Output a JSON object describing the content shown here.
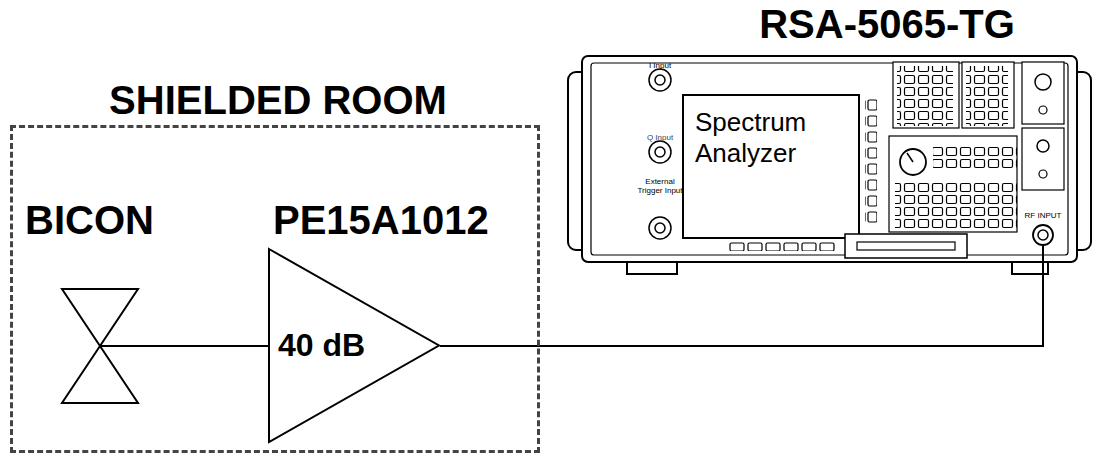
{
  "diagram": {
    "nodes": [
      {
        "text": [
          "SHIELDED ROOM"
        ]
      },
      {
        "text": [
          "BICON"
        ],
        "in": 0
      },
      {
        "text": [
          "PE15A1012",
          "40 dB"
        ],
        "in": 0
      },
      {
        "text": [
          "RSA-5065-TG"
        ]
      },
      {
        "text": [
          "Spectrum Analyzer"
        ],
        "in": 3
      }
    ],
    "edges": [
      {
        "from": 1,
        "to": 2,
        "arrow": "none"
      },
      {
        "from": 2,
        "to": 3,
        "arrow": "none"
      }
    ],
    "labels": [
      "I Input",
      "Q Input",
      "External Trigger Input",
      "RF INPUT"
    ]
  }
}
